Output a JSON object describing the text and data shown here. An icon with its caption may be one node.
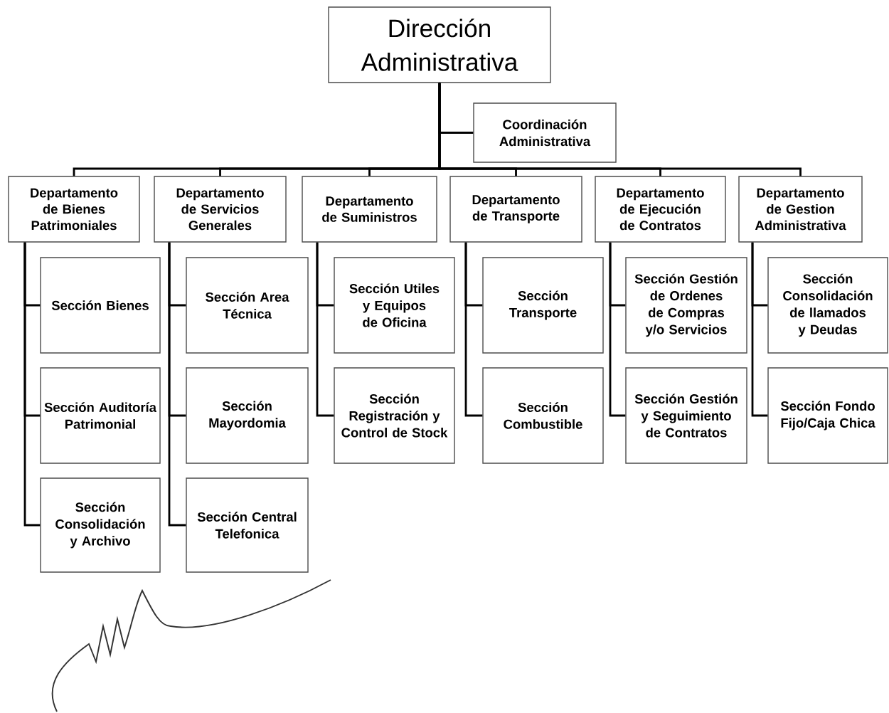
{
  "diagram": {
    "nodes": [
      {
        "text": [
          "Dirección Administrativa"
        ]
      },
      {
        "text": [
          "Coordinación Administrativa"
        ]
      },
      {
        "text": [
          "Departamento de Bienes Patrimoniales"
        ]
      },
      {
        "text": [
          "Departamento de Servicios Generales"
        ]
      },
      {
        "text": [
          "Departamento de Suministros"
        ]
      },
      {
        "text": [
          "Departamento de Transporte"
        ]
      },
      {
        "text": [
          "Departamento de Ejecución de Contratos"
        ]
      },
      {
        "text": [
          "Departamento de Gestion Administrativa"
        ]
      },
      {
        "text": [
          "Sección Bienes"
        ]
      },
      {
        "text": [
          "Sección Auditoría Patrimonial"
        ]
      },
      {
        "text": [
          "Sección Consolidación y Archivo"
        ]
      },
      {
        "text": [
          "Sección Area Técnica"
        ]
      },
      {
        "text": [
          "Sección Mayordomia"
        ]
      },
      {
        "text": [
          "Sección Central Telefonica"
        ]
      },
      {
        "text": [
          "Sección Utiles y Equipos de Oficina"
        ]
      },
      {
        "text": [
          "Sección Registración y Control de Stock"
        ]
      },
      {
        "text": [
          "Sección Transporte"
        ]
      },
      {
        "text": [
          "Sección Combustible"
        ]
      },
      {
        "text": [
          "Sección Gestión de Ordenes de Compras y/o Servicios"
        ]
      },
      {
        "text": [
          "Sección Gestión y Seguimiento de Contratos"
        ]
      },
      {
        "text": [
          "Sección Consolidación de llamados y Deudas"
        ]
      },
      {
        "text": [
          "Sección Fondo Fijo/Caja Chica"
        ]
      }
    ],
    "edges": [
      {
        "from": 0,
        "to": 1,
        "arrow": "none"
      },
      {
        "from": 0,
        "to": 2,
        "arrow": "none"
      },
      {
        "from": 0,
        "to": 3,
        "arrow": "none"
      },
      {
        "from": 0,
        "to": 4,
        "arrow": "none"
      },
      {
        "from": 0,
        "to": 5,
        "arrow": "none"
      },
      {
        "from": 0,
        "to": 6,
        "arrow": "none"
      },
      {
        "from": 0,
        "to": 7,
        "arrow": "none"
      },
      {
        "from": 2,
        "to": 8,
        "arrow": "none"
      },
      {
        "from": 2,
        "to": 9,
        "arrow": "none"
      },
      {
        "from": 2,
        "to": 10,
        "arrow": "none"
      },
      {
        "from": 3,
        "to": 11,
        "arrow": "none"
      },
      {
        "from": 3,
        "to": 12,
        "arrow": "none"
      },
      {
        "from": 3,
        "to": 13,
        "arrow": "none"
      },
      {
        "from": 4,
        "to": 14,
        "arrow": "none"
      },
      {
        "from": 4,
        "to": 15,
        "arrow": "none"
      },
      {
        "from": 5,
        "to": 16,
        "arrow": "none"
      },
      {
        "from": 5,
        "to": 17,
        "arrow": "none"
      },
      {
        "from": 6,
        "to": 18,
        "arrow": "none"
      },
      {
        "from": 6,
        "to": 19,
        "arrow": "none"
      },
      {
        "from": 7,
        "to": 20,
        "arrow": "none"
      },
      {
        "from": 7,
        "to": 21,
        "arrow": "none"
      }
    ]
  }
}
